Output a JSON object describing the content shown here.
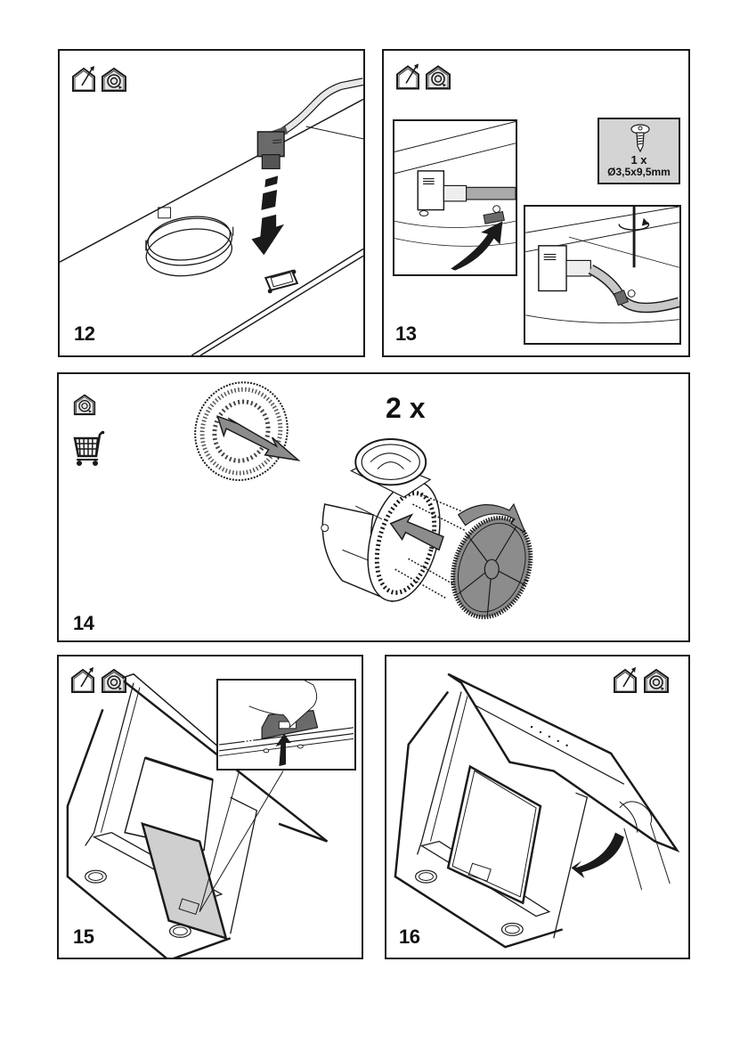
{
  "document": {
    "type": "installation-instructions-page",
    "steps": [
      {
        "number": "12",
        "icons": [
          "ducted-mode-icon",
          "recirculation-mode-icon"
        ]
      },
      {
        "number": "13",
        "icons": [
          "ducted-mode-icon",
          "recirculation-mode-icon"
        ],
        "screw_spec": {
          "quantity": "1 x",
          "size": "Ø3,5x9,5mm"
        }
      },
      {
        "number": "14",
        "icons": [
          "recirculation-mode-icon",
          "shopping-cart-icon"
        ],
        "quantity": "2 x"
      },
      {
        "number": "15",
        "icons": [
          "ducted-mode-icon",
          "recirculation-mode-icon"
        ]
      },
      {
        "number": "16",
        "icons": [
          "ducted-mode-icon",
          "recirculation-mode-icon"
        ]
      }
    ]
  },
  "colors": {
    "line": "#1a1a1a",
    "fill_gray": "#8c8c8c",
    "fill_light": "#d4d4d4",
    "filter_gray": "#cfcfcf"
  }
}
